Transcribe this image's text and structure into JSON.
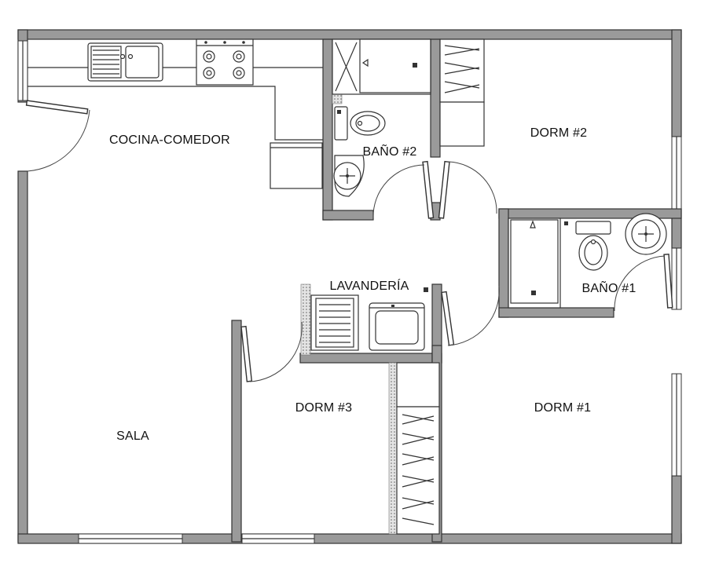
{
  "rooms": {
    "kitchen_dining": "COCINA-COMEDOR",
    "bathroom_2": "BAÑO #2",
    "bedroom_2": "DORM #2",
    "bathroom_1": "BAÑO #1",
    "laundry": "LAVANDERÍA",
    "bedroom_3": "DORM #3",
    "bedroom_1": "DORM #1",
    "living_room": "SALA"
  },
  "colors": {
    "wall_fill": "#9a9a9a",
    "line": "#333333",
    "background": "#ffffff"
  }
}
